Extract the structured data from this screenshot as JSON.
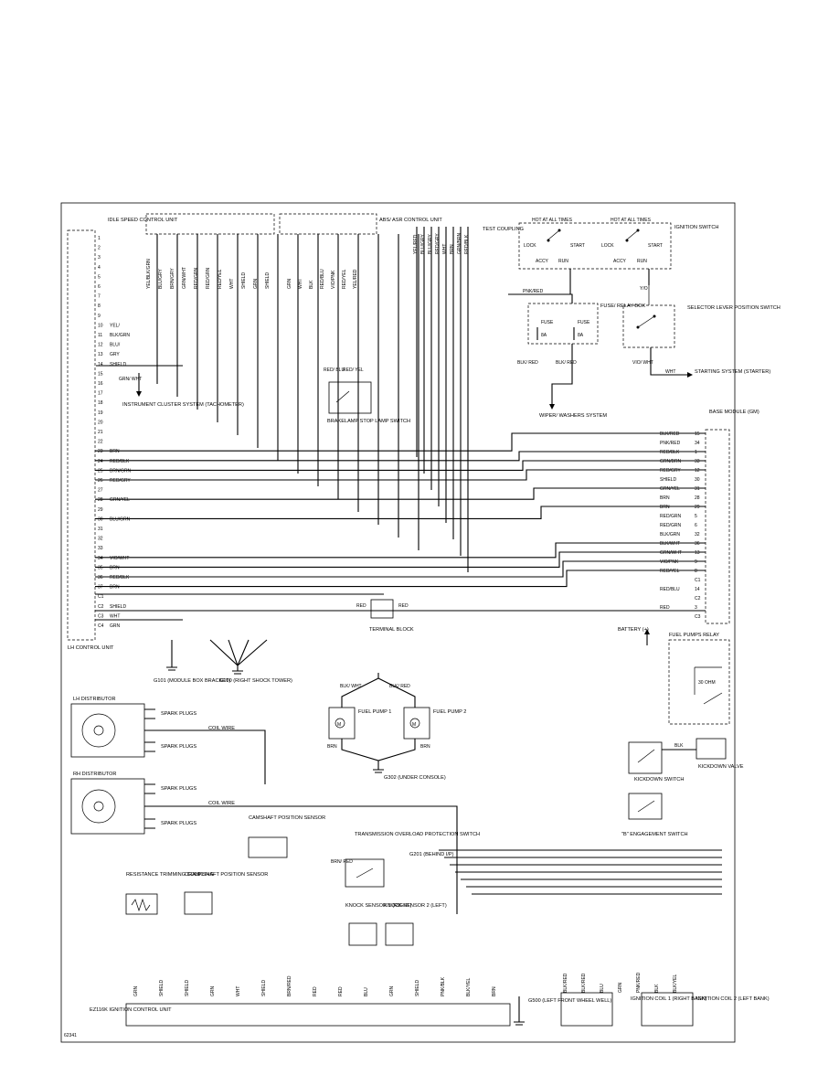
{
  "figure_id": "62341",
  "components": {
    "idle_speed": "IDLE SPEED CONTROL UNIT",
    "abs_asr": "ABS/ ASR CONTROL UNIT",
    "test_coupling": "TEST COUPLING",
    "ignition_switch": "IGNITION SWITCH",
    "hot_at_all_times": "HOT AT ALL TIMES",
    "fuse_relay_box": "FUSE/ RELAY BOX",
    "selector_lever": "SELECTOR LEVER POSITION SWITCH",
    "starting_system": "STARTING SYSTEM (STARTER)",
    "wiper": "WIPER/ WASHERS SYSTEM",
    "instrument_cluster": "INSTRUMENT CLUSTER SYSTEM (TACHOMETER)",
    "brake_switch": "BRAKELAMP STOP LAMP SWITCH",
    "base_module": "BASE MODULE (GM)",
    "lh_control": "LH CONTROL UNIT",
    "terminal_block": "TERMINAL BLOCK",
    "battery": "BATTERY (+)",
    "fuel_pumps_relay": "FUEL PUMPS RELAY",
    "fuel_pump_1": "FUEL PUMP 1",
    "fuel_pump_2": "FUEL PUMP 2",
    "g302": "G302 (UNDER CONSOLE)",
    "g101": "G101 (MODULE BOX BRACKET)",
    "g100": "G100 (RIGHT SHOCK TOWER)",
    "lh_distributor": "LH DISTRIBUTOR",
    "rh_distributor": "RH DISTRIBUTOR",
    "spark_plugs": "SPARK PLUGS",
    "coil_wire": "COIL WIRE",
    "kickdown_switch": "KICKDOWN SWITCH",
    "kickdown_valve": "KICKDOWN VALVE",
    "b_engagement": "\"B\" ENGAGEMENT SWITCH",
    "camshaft": "CAMSHAFT POSITION SENSOR",
    "crankshaft": "CRANKSHAFT POSITION SENSOR",
    "resistance": "RESISTANCE TRIMMING COUPLING",
    "transmission": "TRANSMISSION OVERLOAD PROTECTION SWITCH",
    "g201": "G201 (BEHIND I/P)",
    "knock_1": "KNOCK SENSOR 1 (RIGHT)",
    "knock_2": "KNOCK SENSOR 2 (LEFT)",
    "ezk": "EZ116K IGNITION CONTROL UNIT",
    "g500": "G500 (LEFT FRONT WHEEL WELL)",
    "coil_1": "IGNITION COIL 1 (RIGHT BANK)",
    "coil_2": "IGNITION COIL 2 (LEFT BANK)",
    "switch_lock": "LOCK",
    "switch_accy": "ACCY",
    "switch_run": "RUN",
    "switch_start": "START",
    "fuse_label": "FUSE",
    "fuse_rating": "8A"
  },
  "lh_pins": [
    {
      "n": "1",
      "c": ""
    },
    {
      "n": "2",
      "c": ""
    },
    {
      "n": "3",
      "c": ""
    },
    {
      "n": "4",
      "c": ""
    },
    {
      "n": "5",
      "c": ""
    },
    {
      "n": "6",
      "c": ""
    },
    {
      "n": "7",
      "c": ""
    },
    {
      "n": "8",
      "c": ""
    },
    {
      "n": "9",
      "c": ""
    },
    {
      "n": "10",
      "c": "YEL/"
    },
    {
      "n": "11",
      "c": "BLK/GRN"
    },
    {
      "n": "12",
      "c": "BLU/"
    },
    {
      "n": "13",
      "c": "GRY"
    },
    {
      "n": "14",
      "c": "SHIELD"
    },
    {
      "n": "15",
      "c": ""
    },
    {
      "n": "16",
      "c": ""
    },
    {
      "n": "17",
      "c": ""
    },
    {
      "n": "18",
      "c": ""
    },
    {
      "n": "19",
      "c": ""
    },
    {
      "n": "20",
      "c": ""
    },
    {
      "n": "21",
      "c": ""
    },
    {
      "n": "22",
      "c": ""
    },
    {
      "n": "23",
      "c": "BRN"
    },
    {
      "n": "24",
      "c": "RED/BLK"
    },
    {
      "n": "25",
      "c": "BRN/GRN"
    },
    {
      "n": "26",
      "c": "RED/GRY"
    },
    {
      "n": "27",
      "c": ""
    },
    {
      "n": "28",
      "c": "GRN/YEL"
    },
    {
      "n": "29",
      "c": ""
    },
    {
      "n": "30",
      "c": "BLU/GRN"
    },
    {
      "n": "31",
      "c": ""
    },
    {
      "n": "32",
      "c": ""
    },
    {
      "n": "33",
      "c": ""
    },
    {
      "n": "34",
      "c": "VIO/WHT"
    },
    {
      "n": "35",
      "c": "BRN"
    },
    {
      "n": "36",
      "c": "RED/BLK"
    },
    {
      "n": "37",
      "c": "BRN"
    },
    {
      "n": "C1",
      "c": ""
    },
    {
      "n": "C2",
      "c": "SHIELD"
    },
    {
      "n": "C3",
      "c": "WHT"
    },
    {
      "n": "C4",
      "c": "GRN"
    }
  ],
  "gm_pins": [
    {
      "n": "15",
      "c": "BLK/RED"
    },
    {
      "n": "34",
      "c": "PNK/RED"
    },
    {
      "n": "1",
      "c": "RED/BLK"
    },
    {
      "n": "33",
      "c": "GRN/BRN"
    },
    {
      "n": "12",
      "c": "RED/GRY"
    },
    {
      "n": "30",
      "c": "SHIELD"
    },
    {
      "n": "31",
      "c": "GRN/YEL"
    },
    {
      "n": "28",
      "c": "BRN"
    },
    {
      "n": "29",
      "c": "BRN"
    },
    {
      "n": "5",
      "c": "RED/GRN"
    },
    {
      "n": "6",
      "c": "RED/GRN"
    },
    {
      "n": "32",
      "c": "BLK/GRN"
    },
    {
      "n": "36",
      "c": "BLK/WHT"
    },
    {
      "n": "13",
      "c": "GRN/WHT"
    },
    {
      "n": "9",
      "c": "VIO/PNK"
    },
    {
      "n": "8",
      "c": "RED/YEL"
    },
    {
      "n": "C1",
      "c": ""
    },
    {
      "n": "14",
      "c": "RED/BLU"
    },
    {
      "n": "C2",
      "c": ""
    },
    {
      "n": "3",
      "c": "RED"
    },
    {
      "n": "C3",
      "c": ""
    }
  ],
  "idle_wires": [
    "YEL/BLK/GRN",
    "BLU/GRY",
    "BRN/GRY",
    "GRN/WHT",
    "RED/GRN",
    "RED/GRN",
    "RED/YEL",
    "WHT",
    "SHIELD",
    "GRN",
    "SHIELD"
  ],
  "abs_wires": [
    "GRN",
    "WHT",
    "BLK",
    "RED/BLU",
    "VIO/PNK",
    "RED/YEL",
    "YEL/RED"
  ],
  "test_wires": [
    "YEL/RED",
    "BLU/GRY",
    "BLU/GRY",
    "RED/GRY",
    "WHT",
    "BRN",
    "GRN/BRN",
    "RED/BLK"
  ],
  "ezk_wires": [
    "GRN",
    "SHIELD",
    "SHIELD",
    "GRN",
    "WHT",
    "SHIELD",
    "BRN/RED",
    "RED",
    "RED",
    "BLU",
    "GRN",
    "SHIELD",
    "PNK/BLK",
    "BLK/YEL",
    "BRN"
  ],
  "coil_wires": [
    "BLK/RED",
    "BLK/RED",
    "BLU",
    "GRN",
    "PNK/RED",
    "BLK",
    "BLK/YEL"
  ],
  "misc": {
    "pnk_red": "PNK/RED",
    "blk_red": "BLK/ RED",
    "red_blu": "RED/ BLU",
    "red_yel": "RED/ YEL",
    "grn_wht": "GRN/ WHT",
    "vio_wht": "VIO/ WHT",
    "whit": "WHT",
    "yo": "Y/O",
    "brn": "BRN",
    "red": "RED",
    "blk": "BLK",
    "brn_red": "BRN/ RED",
    "relay_30": "30 OHM",
    "blk_wht": "BLK/ WHT",
    "blk_red_b": "BLK/ RED"
  }
}
